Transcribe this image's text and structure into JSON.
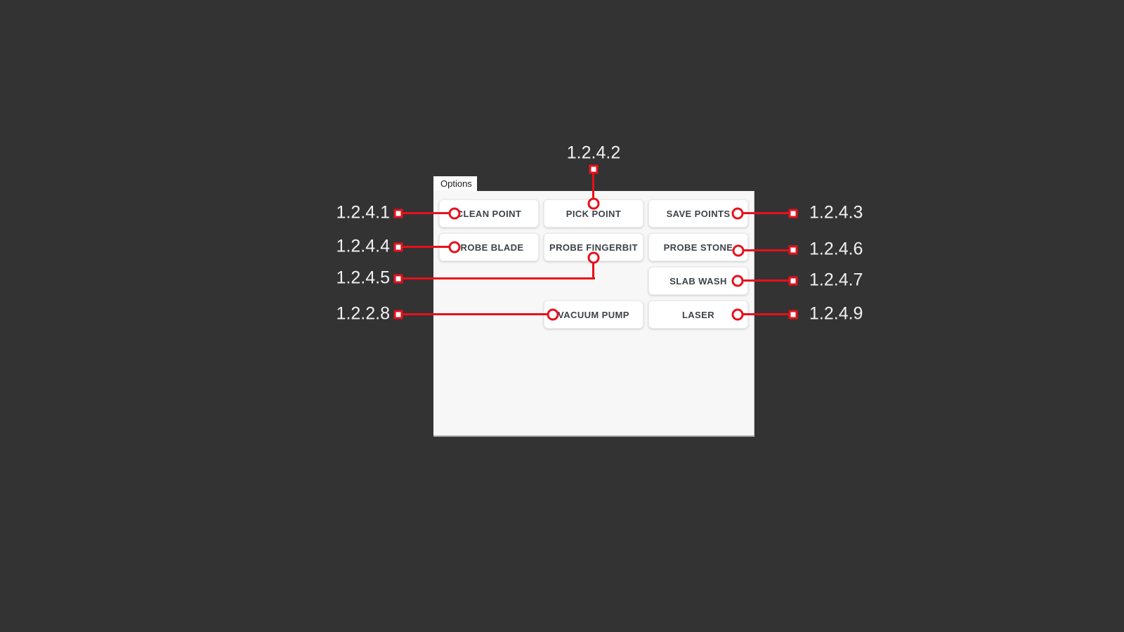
{
  "colors": {
    "background": "#333333",
    "accent_red": "#e8101b",
    "panel_background": "#f7f7f7",
    "button_background": "#ffffff",
    "button_text": "#3d4349",
    "callout_label_text": "#f1f1f1"
  },
  "tab": {
    "label": "Options"
  },
  "buttons": [
    {
      "label": "CLEAN POINT"
    },
    {
      "label": "PICK POINT"
    },
    {
      "label": "SAVE POINTS"
    },
    {
      "label": "PROBE BLADE"
    },
    {
      "label": "PROBE FINGERBIT"
    },
    {
      "label": "PROBE STONE"
    },
    {
      "label": "SLAB WASH"
    },
    {
      "label": "VACUUM PUMP"
    },
    {
      "label": "LASER"
    }
  ],
  "callouts": {
    "left": [
      {
        "label": "1.2.4.1",
        "target": "CLEAN POINT"
      },
      {
        "label": "1.2.4.4",
        "target": "PROBE BLADE"
      },
      {
        "label": "1.2.4.5",
        "target": "PROBE FINGERBIT"
      },
      {
        "label": "1.2.2.8",
        "target": "VACUUM PUMP"
      }
    ],
    "top": [
      {
        "label": "1.2.4.2",
        "target": "PICK POINT"
      }
    ],
    "right": [
      {
        "label": "1.2.4.3",
        "target": "SAVE POINTS"
      },
      {
        "label": "1.2.4.6",
        "target": "PROBE STONE"
      },
      {
        "label": "1.2.4.7",
        "target": "SLAB WASH"
      },
      {
        "label": "1.2.4.9",
        "target": "LASER"
      }
    ]
  }
}
